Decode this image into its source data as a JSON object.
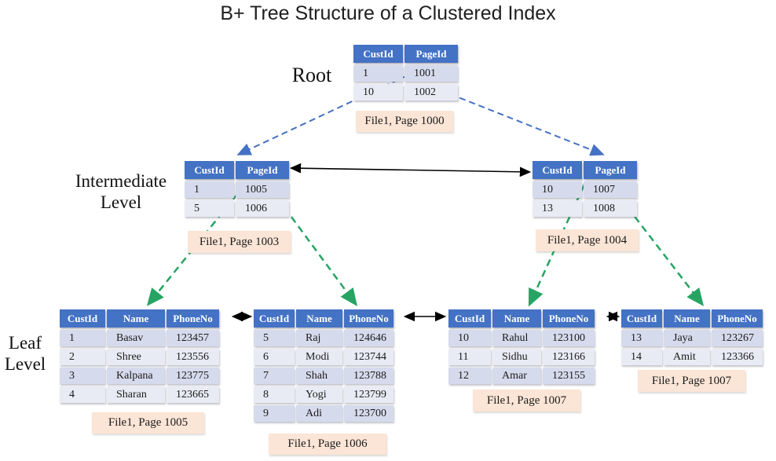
{
  "title": "B+ Tree Structure of a Clustered Index",
  "level_labels": {
    "root": "Root",
    "intermediate_line1": "Intermediate",
    "intermediate_line2": "Level",
    "leaf_line1": "Leaf",
    "leaf_line2": "Level"
  },
  "colors": {
    "header_bg": "#4472C4",
    "header_text": "#FFFFFF",
    "row_odd_bg": "#D5DBEC",
    "row_even_bg": "#E9EBF4",
    "page_label_bg": "#FBE5D6",
    "arrow_root_links": "#4472C4",
    "arrow_leaf_links": "#27A463",
    "arrow_sibling_links": "#000000"
  },
  "tables": {
    "root": {
      "columns": [
        "CustId",
        "PageId"
      ],
      "rows": [
        [
          "1",
          "1001"
        ],
        [
          "10",
          "1002"
        ]
      ],
      "label": "File1, Page 1000"
    },
    "intermediate_left": {
      "columns": [
        "CustId",
        "PageId"
      ],
      "rows": [
        [
          "1",
          "1005"
        ],
        [
          "5",
          "1006"
        ]
      ],
      "label": "File1, Page 1003"
    },
    "intermediate_right": {
      "columns": [
        "CustId",
        "PageId"
      ],
      "rows": [
        [
          "10",
          "1007"
        ],
        [
          "13",
          "1008"
        ]
      ],
      "label": "File1, Page 1004"
    },
    "leaf_1": {
      "columns": [
        "CustId",
        "Name",
        "PhoneNo"
      ],
      "rows": [
        [
          "1",
          "Basav",
          "123457"
        ],
        [
          "2",
          "Shree",
          "123556"
        ],
        [
          "3",
          "Kalpana",
          "123775"
        ],
        [
          "4",
          "Sharan",
          "123665"
        ]
      ],
      "label": "File1, Page 1005"
    },
    "leaf_2": {
      "columns": [
        "CustId",
        "Name",
        "PhoneNo"
      ],
      "rows": [
        [
          "5",
          "Raj",
          "124646"
        ],
        [
          "6",
          "Modi",
          "123744"
        ],
        [
          "7",
          "Shah",
          "123788"
        ],
        [
          "8",
          "Yogi",
          "123799"
        ],
        [
          "9",
          "Adi",
          "123700"
        ]
      ],
      "label": "File1, Page 1006"
    },
    "leaf_3": {
      "columns": [
        "CustId",
        "Name",
        "PhoneNo"
      ],
      "rows": [
        [
          "10",
          "Rahul",
          "123100"
        ],
        [
          "11",
          "Sidhu",
          "123166"
        ],
        [
          "12",
          "Amar",
          "123155"
        ]
      ],
      "label": "File1, Page 1007"
    },
    "leaf_4": {
      "columns": [
        "CustId",
        "Name",
        "PhoneNo"
      ],
      "rows": [
        [
          "13",
          "Jaya",
          "123267"
        ],
        [
          "14",
          "Amit",
          "123366"
        ]
      ],
      "label": "File1, Page 1007"
    }
  }
}
